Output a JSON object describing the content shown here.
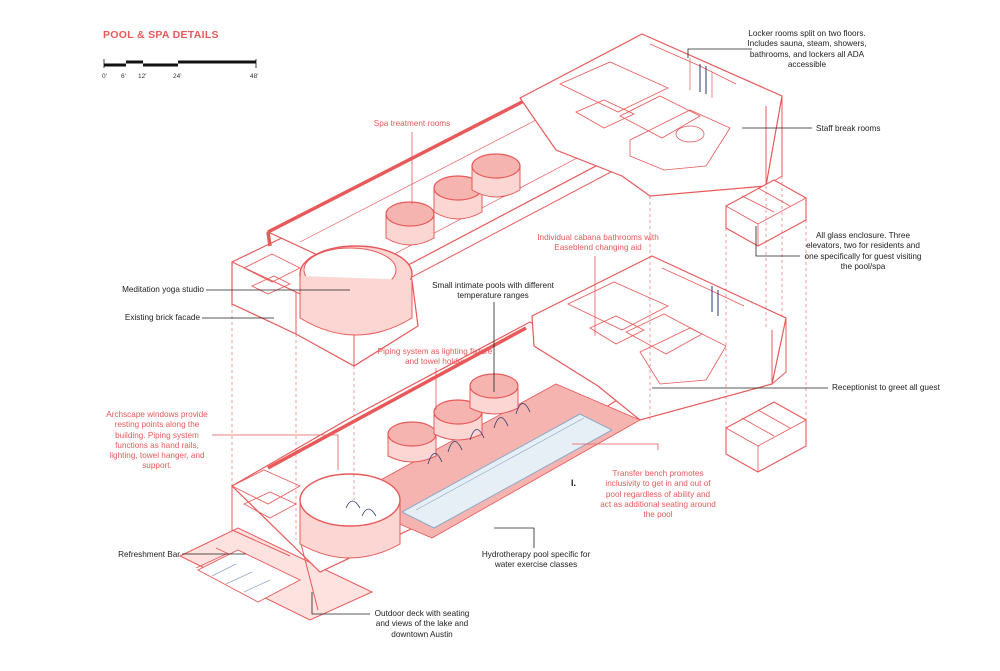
{
  "title": "POOL & SPA DETAILS",
  "scale": {
    "ticks": [
      "0'",
      "6'",
      "12'",
      "24'",
      "48'"
    ]
  },
  "labels": {
    "locker_rooms": "Locker rooms split on two floors. Includes sauna, steam, showers, bathrooms, and lockers all ADA accessible",
    "staff_break": "Staff break rooms",
    "spa_treatment": "Spa treatment rooms",
    "cabana": "Individual cabana bathrooms with Easeblend changing aid",
    "glass_enclosure": "All glass enclosure. Three elevators, two for residents and one specifically for guest visiting the pool/spa",
    "small_pools": "Small intimate pools with different temperature ranges",
    "meditation": "Meditation yoga studio",
    "brick": "Existing brick facade",
    "piping": "Piping system as lighting fixture and towel holder",
    "receptionist": "Receptionist to greet all guest",
    "archscape": "Archscape windows provide resting points along the building. Piping system functions as hand rails, lighting, towel hanger, and support.",
    "transfer_bench": "Transfer bench promotes inclusivity to get in and out of pool regardless of ability and act as additional seating around the pool",
    "section_marker": "I.",
    "refreshment": "Refreshment Bar",
    "hydrotherapy": "Hydrotherapy pool specific for water exercise classes",
    "outdoor_deck": "Outdoor deck with seating and views of the lake and downtown Austin"
  },
  "colors": {
    "accent": "#e8595a",
    "fill": "#f6b4b1",
    "fill_light": "#fbd6d3",
    "text": "#222222",
    "water": "#e6eef6"
  }
}
